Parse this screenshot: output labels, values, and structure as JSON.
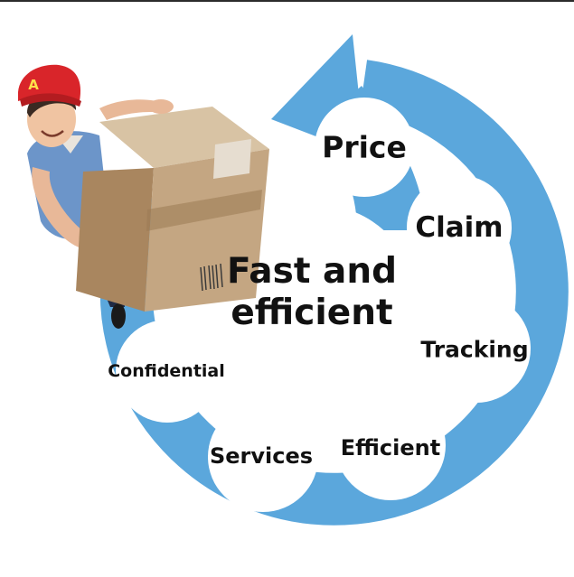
{
  "diagram": {
    "center_label": "Fast and efficient",
    "center_label_lines": [
      "Fast and",
      "efficient"
    ],
    "items": [
      {
        "label": "Price"
      },
      {
        "label": "Claim"
      },
      {
        "label": "Tracking"
      },
      {
        "label": "Efficient"
      },
      {
        "label": "Services"
      },
      {
        "label": "Confidential"
      }
    ]
  },
  "courier": {
    "cap_letter": "A"
  },
  "colors": {
    "ring_blue": "#5ba7dc",
    "ring_blue_dark": "#3d8fcf",
    "circle_fill": "#ffffff",
    "text": "#111111",
    "cap_red": "#d9252a",
    "box_brown": "#b89a74"
  }
}
